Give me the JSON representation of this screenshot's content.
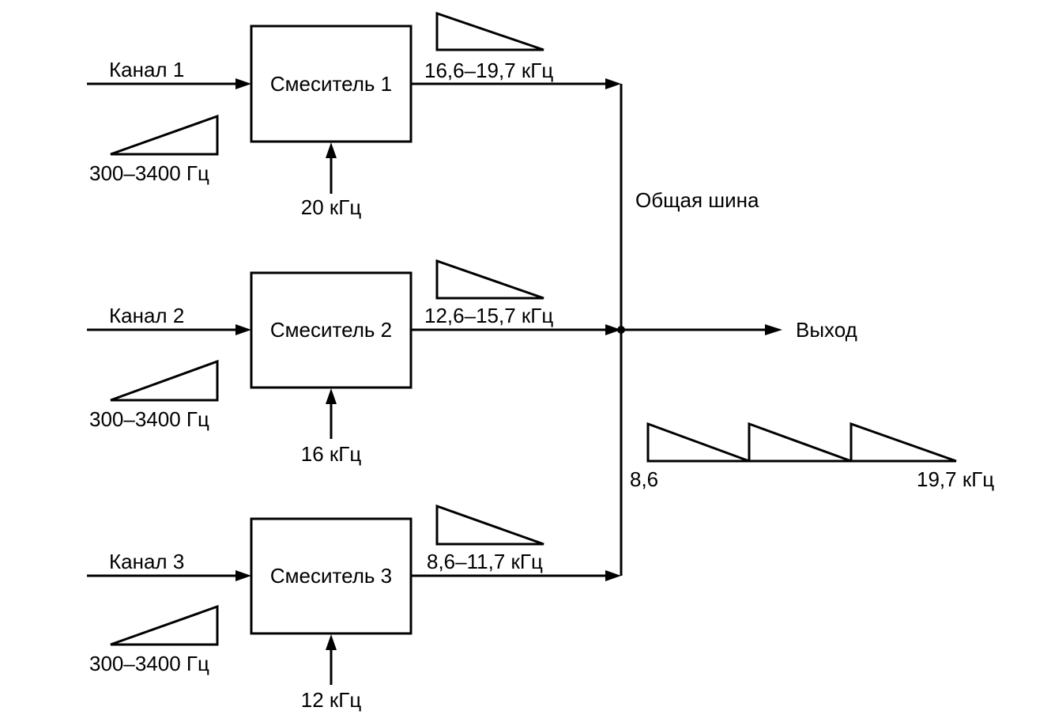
{
  "mixers": [
    {
      "label": "Смеситель 1",
      "channel": "Канал 1",
      "input_band": "300–3400 Гц",
      "carrier": "20 кГц",
      "output_band": "16,6–19,7 кГц"
    },
    {
      "label": "Смеситель 2",
      "channel": "Канал 2",
      "input_band": "300–3400 Гц",
      "carrier": "16 кГц",
      "output_band": "12,6–15,7 кГц"
    },
    {
      "label": "Смеситель 3",
      "channel": "Канал 3",
      "input_band": "300–3400 Гц",
      "carrier": "12 кГц",
      "output_band": "8,6–11,7 кГц"
    }
  ],
  "bus_label": "Общая шина",
  "output_label": "Выход",
  "spectrum": {
    "low_label": "8,6",
    "high_label": "19,7 кГц"
  }
}
